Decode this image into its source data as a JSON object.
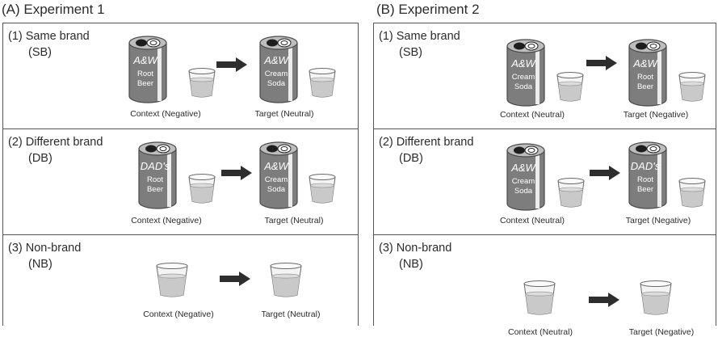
{
  "panels": [
    {
      "title": "(A) Experiment 1",
      "rows": [
        {
          "label": "(1)  Same brand",
          "abbr": "(SB)",
          "context": {
            "brand": "A&W",
            "product": [
              "Root",
              "Beer"
            ],
            "caption": "Context (Negative)"
          },
          "target": {
            "brand": "A&W",
            "product": [
              "Cream",
              "Soda"
            ],
            "caption": "Target (Neutral)"
          }
        },
        {
          "label": "(2)  Different brand",
          "abbr": "(DB)",
          "context": {
            "brand": "DAD's",
            "product": [
              "Root",
              "Beer"
            ],
            "caption": "Context (Negative)"
          },
          "target": {
            "brand": "A&W",
            "product": [
              "Cream",
              "Soda"
            ],
            "caption": "Target (Neutral)"
          }
        },
        {
          "label": "(3)  Non-brand",
          "abbr": "(NB)",
          "context": {
            "caption": "Context (Negative)"
          },
          "target": {
            "caption": "Target (Neutral)"
          }
        }
      ]
    },
    {
      "title": "(B) Experiment 2",
      "rows": [
        {
          "label": "(1)  Same brand",
          "abbr": "(SB)",
          "context": {
            "brand": "A&W",
            "product": [
              "Cream",
              "Soda"
            ],
            "caption": "Context (Neutral)"
          },
          "target": {
            "brand": "A&W",
            "product": [
              "Root",
              "Beer"
            ],
            "caption": "Target (Negative)"
          }
        },
        {
          "label": "(2)  Different brand",
          "abbr": "(DB)",
          "context": {
            "brand": "A&W",
            "product": [
              "Cream",
              "Soda"
            ],
            "caption": "Context (Neutral)"
          },
          "target": {
            "brand": "DAD's",
            "product": [
              "Root",
              "Beer"
            ],
            "caption": "Target (Negative)"
          }
        },
        {
          "label": "(3)  Non-brand",
          "abbr": "(NB)",
          "context": {
            "caption": "Context (Neutral)"
          },
          "target": {
            "caption": "Target (Negative)"
          }
        }
      ]
    }
  ],
  "colors": {
    "can_body": "#7d7d7d",
    "can_edge": "#4a4a4a",
    "liquid": "#c9c9c9",
    "arrow": "#2e2e2e"
  },
  "icons": [
    "can-icon",
    "cup-icon",
    "arrow-right-icon"
  ]
}
